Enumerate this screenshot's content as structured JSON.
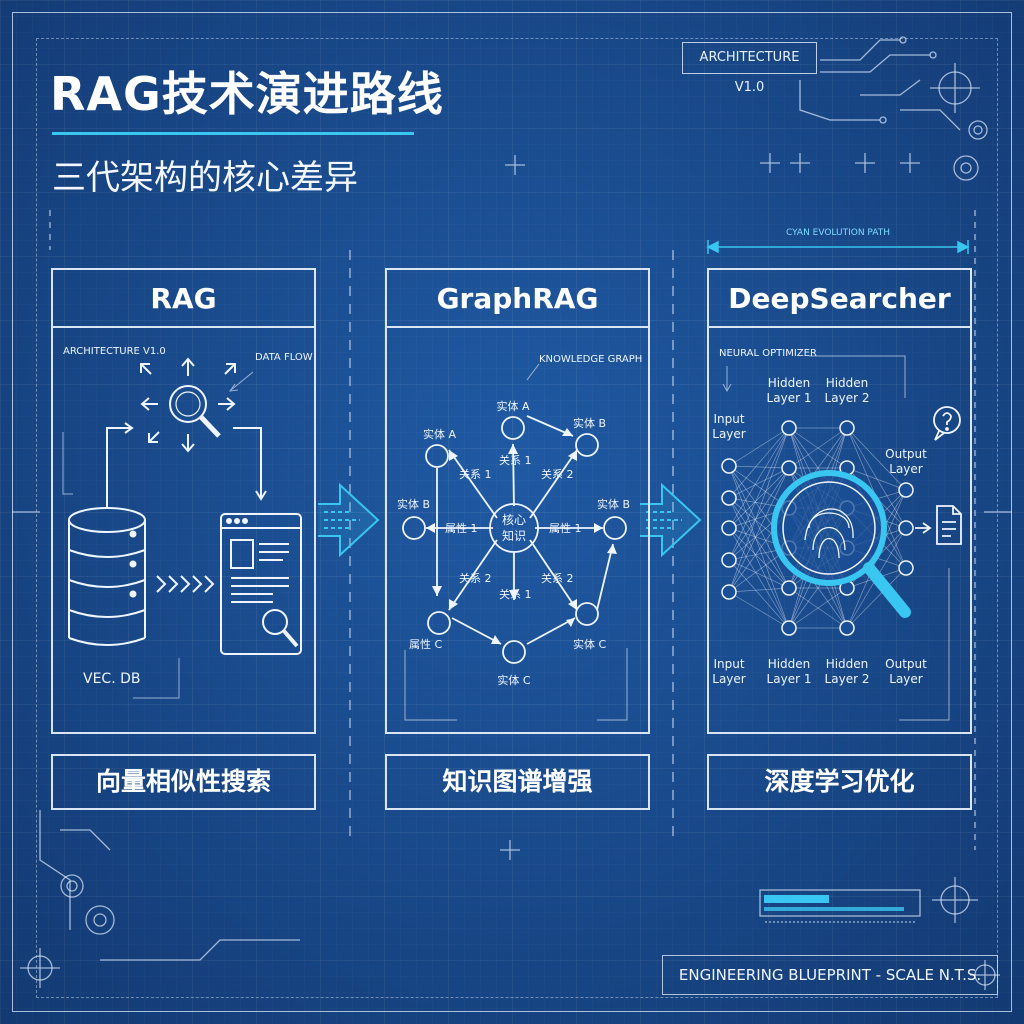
{
  "header": {
    "title": "RAG技术演进路线",
    "subtitle": "三代架构的核心差异",
    "version_tag": "ARCHITECTURE V1.0",
    "evolution_label": "CYAN EVOLUTION PATH"
  },
  "panels": [
    {
      "title": "RAG",
      "caption": "向量相似性搜索",
      "notes": {
        "architecture": "ARCHITECTURE V1.0",
        "flow": "DATA FLOW",
        "db": "VEC. DB"
      }
    },
    {
      "title": "GraphRAG",
      "caption": "知识图谱增强",
      "notes": {
        "graph": "KNOWLEDGE GRAPH"
      },
      "graph": {
        "center": [
          "核心",
          "知识"
        ],
        "entity_a_top": "实体 A",
        "entity_a_left": "实体 A",
        "entity_b_topright": "实体 B",
        "entity_b_left": "实体 B",
        "entity_b_right": "实体 B",
        "attr_c": "属性 C",
        "entity_c_bottom": "实体 C",
        "entity_c_right": "实体 C",
        "rel_1": "关系 1",
        "rel_2": "关系 2",
        "attr_1": "属性 1"
      }
    },
    {
      "title": "DeepSearcher",
      "caption": "深度学习优化",
      "notes": {
        "optimizer": "NEURAL OPTIMIZER"
      },
      "layers": {
        "input_top": [
          "Input",
          "Layer"
        ],
        "hidden1_top": [
          "Hidden",
          "Layer 1"
        ],
        "hidden2_top": [
          "Hidden",
          "Layer 2"
        ],
        "output_top": [
          "Output",
          "Layer"
        ],
        "input_bottom": [
          "Input",
          "Layer"
        ],
        "hidden1_bottom": [
          "Hidden",
          "Layer 1"
        ],
        "hidden2_bottom": [
          "Hidden",
          "Layer 2"
        ],
        "output_bottom": [
          "Output",
          "Layer"
        ]
      }
    }
  ],
  "footer": {
    "label": "ENGINEERING BLUEPRINT - SCALE N.T.S."
  },
  "colors": {
    "background": "#1b4f95",
    "accent": "#39c6f0",
    "line": "#eef5ff"
  },
  "icons": [
    "magnifier-icon",
    "database-icon",
    "document-icon",
    "question-icon",
    "gear-icon",
    "crosshair-icon",
    "chevron-arrow-icon"
  ]
}
